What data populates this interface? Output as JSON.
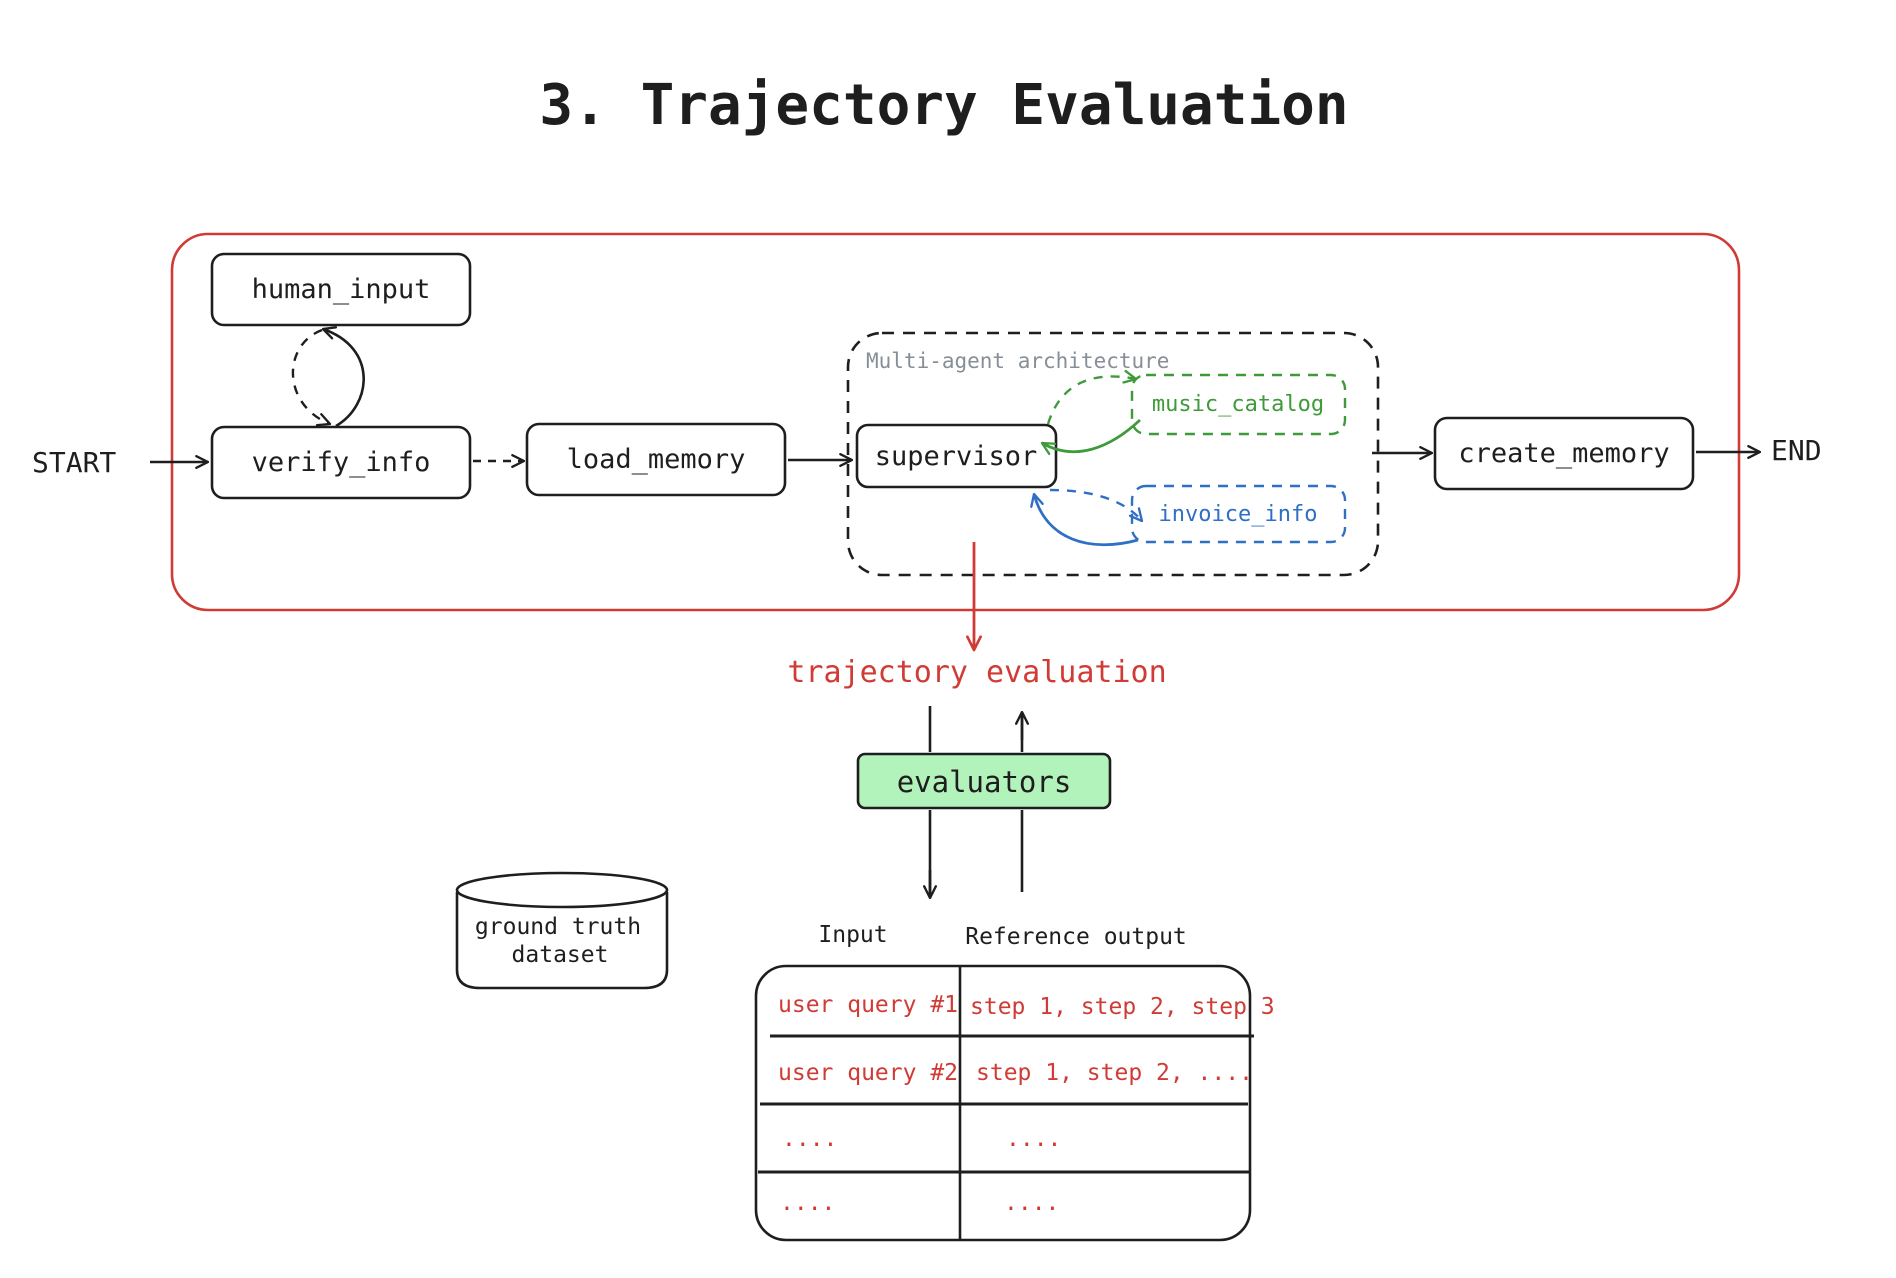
{
  "title": "3. Trajectory Evaluation",
  "colors": {
    "ink": "#1e1e1e",
    "red": "#d03b35",
    "green": "#3f9b3a",
    "blue": "#2f6fc4",
    "gray": "#868e96",
    "evaluator_fill": "#b2f2bb"
  },
  "graph": {
    "start": "START",
    "end": "END",
    "nodes": {
      "human_input": "human_input",
      "verify_info": "verify_info",
      "load_memory": "load_memory",
      "supervisor": "supervisor",
      "music_catalog": "music_catalog",
      "invoice_info": "invoice_info",
      "create_memory": "create_memory"
    },
    "multi_agent_label": "Multi-agent architecture"
  },
  "trajectory_label": "trajectory evaluation",
  "evaluators": "evaluators",
  "dataset": {
    "line1": "ground truth",
    "line2": "dataset"
  },
  "table": {
    "headers": [
      "Input",
      "Reference output"
    ],
    "rows": [
      [
        "user query #1",
        "step 1, step 2, step 3"
      ],
      [
        "user query #2",
        "step 1, step 2, ...."
      ],
      [
        "....",
        "...."
      ],
      [
        "....",
        "...."
      ]
    ]
  }
}
